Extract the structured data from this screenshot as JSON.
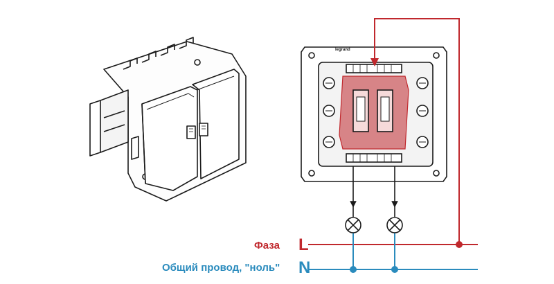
{
  "labels": {
    "phase_caption": "Фаза",
    "phase_letter": "L",
    "neutral_caption": "Общий провод, \"ноль\"",
    "neutral_letter": "N",
    "brand": "legrand"
  },
  "colors": {
    "phase": "#c0282d",
    "neutral": "#2a8bbd",
    "outline": "#1a1a1a",
    "highlight": "#c0282d"
  },
  "icons": {
    "lamp_1": "lamp-icon",
    "lamp_2": "lamp-icon"
  }
}
